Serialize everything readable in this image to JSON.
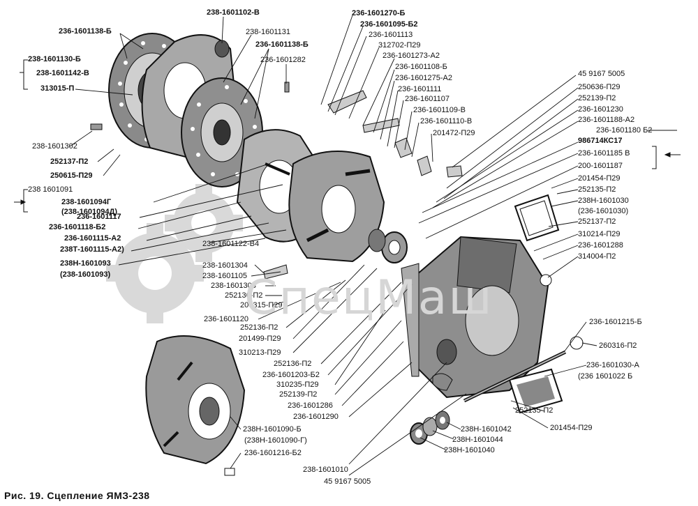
{
  "caption": "Рис. 19. Сцепление ЯМЗ-238",
  "watermark": "СпецМаш",
  "labels": [
    "238-1601102-В",
    "236-1601138-Б",
    "238-1601131",
    "236-1601138-Б",
    "238-1601130-Б",
    "238-1601142-В",
    "313015-П",
    "236-1601282",
    "238-1601302",
    "252137-П2",
    "250615-П29",
    "238 1601091",
    "238-1601094Г",
    "(238-1601094Д)",
    "236-1601117",
    "236-1601118-Б2",
    "236-1601115-А2",
    "238Т-1601115-А2)",
    "238Н-1601093",
    "(238-1601093)",
    "238-1601122-В4",
    "238-1601304",
    "238-1601105",
    "238-1601308",
    "252136-П2",
    "200315-П29",
    "236-1601120",
    "252136-П2",
    "201499-П29",
    "310213-П29",
    "252136-П2",
    "236-1601203-Б2",
    "310235-П29",
    "252139-П2",
    "236-1601286",
    "236-1601290",
    "236-1601270-Б",
    "236-1601095-Б2",
    "236-1601113",
    "312702-П29",
    "236-1601273-А2",
    "236-1601108-Б",
    "236-1601275-А2",
    "236-1601111",
    "236-1601107",
    "236-1601109-В",
    "236-1601110-В",
    "201472-П29",
    "45 9167 5005",
    "250636-П29",
    "252139-П2",
    "236-1601230",
    "236-1601188-А2",
    "236-1601180 Б2",
    "986714КС17",
    "236-1601185 В",
    "200-1601187",
    "201454-П29",
    "252135-П2",
    "238Н-1601030",
    "(236-1601030)",
    "252137-П2",
    "310214-П29",
    "236-1601288",
    "314004-П2",
    "236-1601215-Б",
    "260316-П2",
    "236-1601030-А",
    "(236 1601022 Б",
    "252135-П2",
    "201454-П29",
    "238Н-1601042",
    "238Н-1601044",
    "238Н-1601040",
    "238-1601010",
    "45 9167 5005",
    "238Н-1601090-Б",
    "(238Н-1601090-Г)",
    "236-1601216-Б2"
  ]
}
